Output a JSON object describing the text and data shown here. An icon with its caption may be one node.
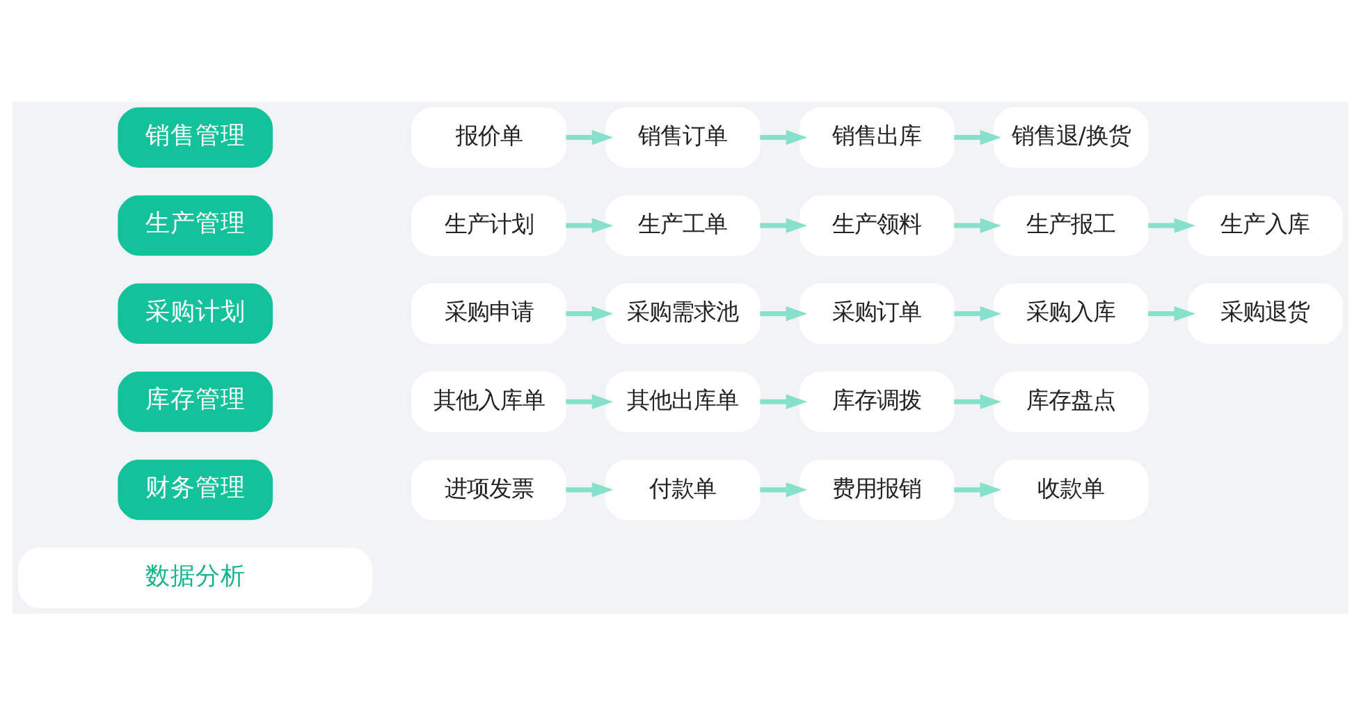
{
  "diagram": {
    "nodes": [
      {
        "text": [
          "销售管理"
        ]
      },
      {
        "text": [
          "报价单"
        ]
      },
      {
        "text": [
          "销售订单"
        ]
      },
      {
        "text": [
          "销售出库"
        ]
      },
      {
        "text": [
          "销售退/换货"
        ]
      },
      {
        "text": [
          "生产管理"
        ]
      },
      {
        "text": [
          "生产计划"
        ]
      },
      {
        "text": [
          "生产工单"
        ]
      },
      {
        "text": [
          "生产领料"
        ]
      },
      {
        "text": [
          "生产报工"
        ]
      },
      {
        "text": [
          "生产入库"
        ]
      },
      {
        "text": [
          "采购计划"
        ]
      },
      {
        "text": [
          "采购申请"
        ]
      },
      {
        "text": [
          "采购需求池"
        ]
      },
      {
        "text": [
          "采购订单"
        ]
      },
      {
        "text": [
          "采购入库"
        ]
      },
      {
        "text": [
          "采购退货"
        ]
      },
      {
        "text": [
          "库存管理"
        ]
      },
      {
        "text": [
          "其他入库单"
        ]
      },
      {
        "text": [
          "其他出库单"
        ]
      },
      {
        "text": [
          "库存调拨"
        ]
      },
      {
        "text": [
          "库存盘点"
        ]
      },
      {
        "text": [
          "财务管理"
        ]
      },
      {
        "text": [
          "进项发票"
        ]
      },
      {
        "text": [
          "付款单"
        ]
      },
      {
        "text": [
          "费用报销"
        ]
      },
      {
        "text": [
          "收款单"
        ]
      },
      {
        "text": [
          "数据分析"
        ]
      }
    ],
    "edges": [
      {
        "from": 1,
        "to": 2,
        "arrow": "to"
      },
      {
        "from": 2,
        "to": 3,
        "arrow": "to"
      },
      {
        "from": 3,
        "to": 4,
        "arrow": "to"
      },
      {
        "from": 6,
        "to": 7,
        "arrow": "to"
      },
      {
        "from": 7,
        "to": 8,
        "arrow": "to"
      },
      {
        "from": 8,
        "to": 9,
        "arrow": "to"
      },
      {
        "from": 9,
        "to": 10,
        "arrow": "to"
      },
      {
        "from": 12,
        "to": 13,
        "arrow": "to"
      },
      {
        "from": 13,
        "to": 14,
        "arrow": "to"
      },
      {
        "from": 14,
        "to": 15,
        "arrow": "to"
      },
      {
        "from": 15,
        "to": 16,
        "arrow": "to"
      },
      {
        "from": 18,
        "to": 19,
        "arrow": "to"
      },
      {
        "from": 19,
        "to": 20,
        "arrow": "to"
      },
      {
        "from": 20,
        "to": 21,
        "arrow": "to"
      },
      {
        "from": 23,
        "to": 24,
        "arrow": "to"
      },
      {
        "from": 24,
        "to": 25,
        "arrow": "to"
      },
      {
        "from": 25,
        "to": 26,
        "arrow": "to"
      }
    ]
  }
}
